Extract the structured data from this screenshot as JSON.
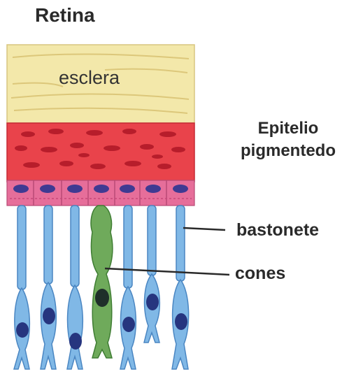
{
  "title": "Retina",
  "layers": {
    "sclera": "esclera",
    "epithelium_line1": "Epitelio",
    "epithelium_line2": "pigmentedo"
  },
  "cells": {
    "rod": "bastonete",
    "cone": "cones"
  },
  "colors": {
    "sclera": "#f2e6a6",
    "epithelium": "#e8454c",
    "epithelium_spots": "#b81f2c",
    "pigment_cells": "#e56a98",
    "rods": "#7fb8e6",
    "cone": "#6fa95a",
    "nuclei": "#2a3d8c"
  }
}
